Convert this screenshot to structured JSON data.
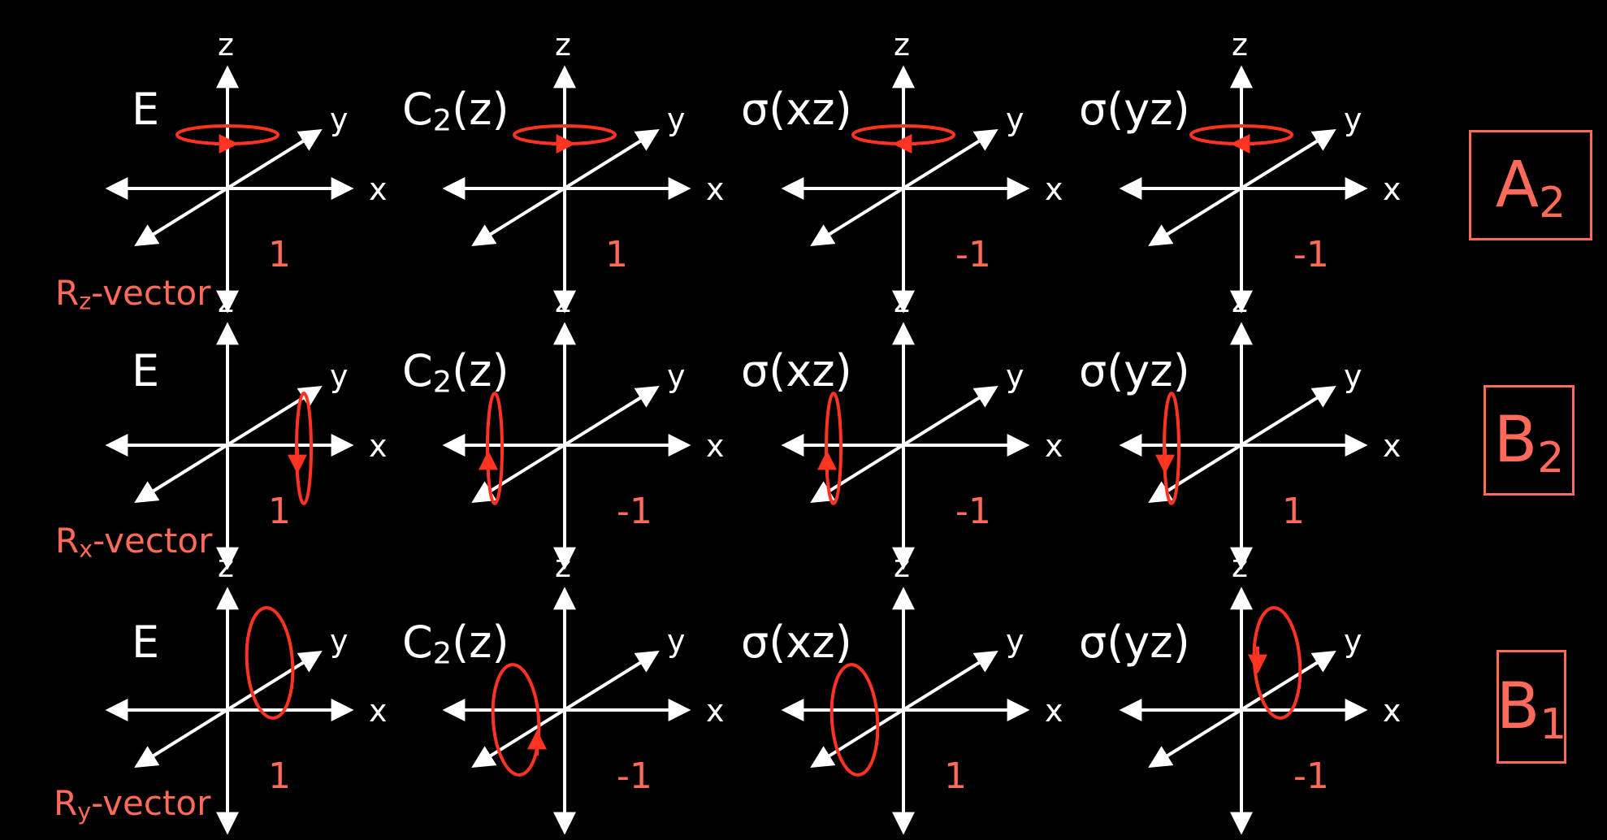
{
  "axis_labels": {
    "x": "x",
    "y": "y",
    "z": "z"
  },
  "operations": [
    "E",
    "C2(z)",
    "σ(xz)",
    "σ(yz)"
  ],
  "rows": [
    {
      "vector": {
        "base": "R",
        "sub": "z",
        "rest": "-vector"
      },
      "irrep": {
        "base": "A",
        "sub": "2"
      },
      "characters": [
        "1",
        "1",
        "-1",
        "-1"
      ],
      "rotation_axis": "z",
      "arrow_directions": [
        "right",
        "right",
        "left",
        "left"
      ]
    },
    {
      "vector": {
        "base": "R",
        "sub": "x",
        "rest": "-vector"
      },
      "irrep": {
        "base": "B",
        "sub": "2"
      },
      "characters": [
        "1",
        "-1",
        "-1",
        "1"
      ],
      "rotation_axis": "x",
      "arrow_directions": [
        "down",
        "up",
        "up",
        "down"
      ]
    },
    {
      "vector": {
        "base": "R",
        "sub": "y",
        "rest": "-vector"
      },
      "irrep": {
        "base": "B",
        "sub": "1"
      },
      "characters": [
        "1",
        "-1",
        "1",
        "-1"
      ],
      "rotation_axis": "y",
      "arrow_directions": [
        "none",
        "up",
        "none",
        "down"
      ]
    }
  ],
  "colors": {
    "background": "#000000",
    "axes": "#ffffff",
    "accent": "#ff6a5a",
    "rotation": "#ff3322"
  }
}
